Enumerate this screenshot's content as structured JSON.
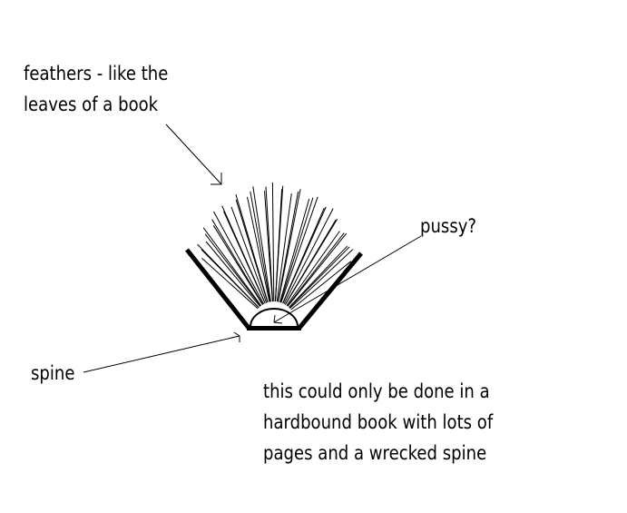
{
  "annotations": {
    "feathers": [
      "feathers - like the",
      "leaves of a book"
    ],
    "pussy": "pussy?",
    "spine": "spine",
    "hardbound": [
      "this could only be done in a",
      "hardbound book with lots of",
      "pages and a wrecked spine"
    ]
  },
  "colors": {
    "ink": "#000000",
    "background": "#ffffff"
  }
}
